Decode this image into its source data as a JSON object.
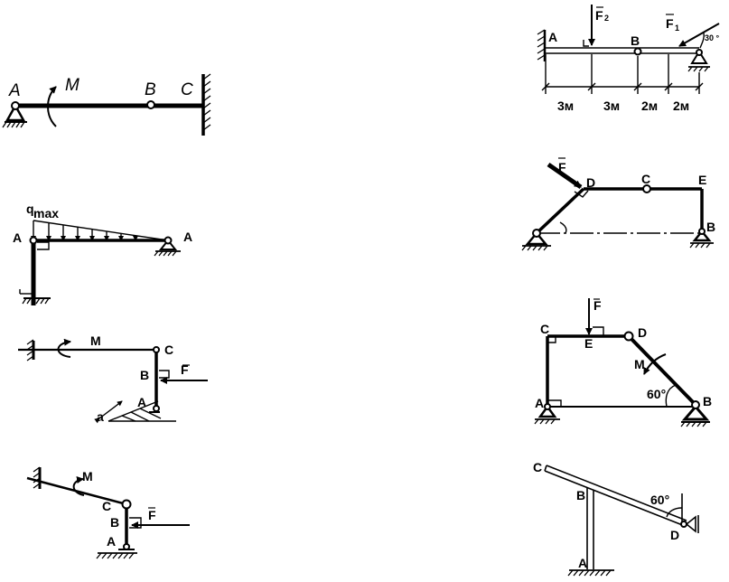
{
  "fig1": {
    "A": "A",
    "M": "M",
    "B": "B",
    "C": "C"
  },
  "fig2": {
    "qmax_q": "q",
    "qmax_sub": "max",
    "A_left": "A",
    "A_right": "A"
  },
  "fig3": {
    "M": "M",
    "C": "C",
    "B": "B",
    "F": "F",
    "A": "A",
    "a": "a"
  },
  "fig4": {
    "M": "M",
    "C": "C",
    "B": "B",
    "F": "F",
    "A": "A"
  },
  "fig5": {
    "A": "A",
    "B": "B",
    "F2": "F",
    "F2_sub": "2",
    "F1": "F",
    "F1_sub": "1",
    "angle": "30 °",
    "dims": [
      "3м",
      "3м",
      "2м",
      "2м"
    ]
  },
  "fig6": {
    "F": "F",
    "D": "D",
    "C": "C",
    "E": "E",
    "B": "B"
  },
  "fig7": {
    "F": "F",
    "C": "C",
    "E": "E",
    "D": "D",
    "M": "M",
    "angle": "60°",
    "A": "A",
    "B": "B"
  },
  "fig8": {
    "C": "C",
    "B": "B",
    "angle": "60°",
    "D": "D",
    "A": "A"
  }
}
